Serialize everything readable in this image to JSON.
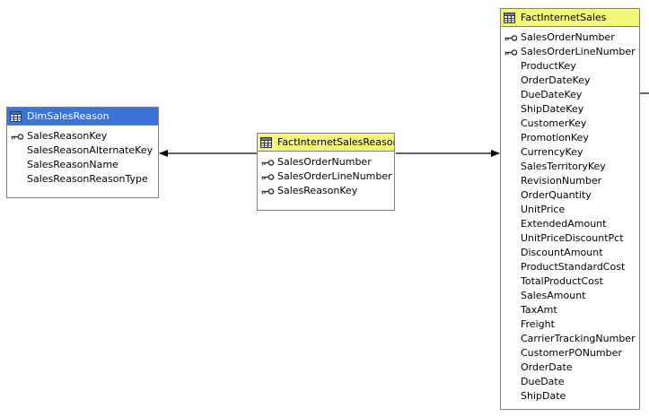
{
  "tables": {
    "dim_sales_reason": {
      "title": "DimSalesReason",
      "columns": [
        {
          "name": "SalesReasonKey",
          "key": true
        },
        {
          "name": "SalesReasonAlternateKey",
          "key": false
        },
        {
          "name": "SalesReasonName",
          "key": false
        },
        {
          "name": "SalesReasonReasonType",
          "key": false
        }
      ]
    },
    "fact_internet_sales_reason": {
      "title": "FactInternetSalesReason",
      "columns": [
        {
          "name": "SalesOrderNumber",
          "key": true
        },
        {
          "name": "SalesOrderLineNumber",
          "key": true
        },
        {
          "name": "SalesReasonKey",
          "key": true
        }
      ]
    },
    "fact_internet_sales": {
      "title": "FactInternetSales",
      "columns": [
        {
          "name": "SalesOrderNumber",
          "key": true
        },
        {
          "name": "SalesOrderLineNumber",
          "key": true
        },
        {
          "name": "ProductKey",
          "key": false
        },
        {
          "name": "OrderDateKey",
          "key": false
        },
        {
          "name": "DueDateKey",
          "key": false
        },
        {
          "name": "ShipDateKey",
          "key": false
        },
        {
          "name": "CustomerKey",
          "key": false
        },
        {
          "name": "PromotionKey",
          "key": false
        },
        {
          "name": "CurrencyKey",
          "key": false
        },
        {
          "name": "SalesTerritoryKey",
          "key": false
        },
        {
          "name": "RevisionNumber",
          "key": false
        },
        {
          "name": "OrderQuantity",
          "key": false
        },
        {
          "name": "UnitPrice",
          "key": false
        },
        {
          "name": "ExtendedAmount",
          "key": false
        },
        {
          "name": "UnitPriceDiscountPct",
          "key": false
        },
        {
          "name": "DiscountAmount",
          "key": false
        },
        {
          "name": "ProductStandardCost",
          "key": false
        },
        {
          "name": "TotalProductCost",
          "key": false
        },
        {
          "name": "SalesAmount",
          "key": false
        },
        {
          "name": "TaxAmt",
          "key": false
        },
        {
          "name": "Freight",
          "key": false
        },
        {
          "name": "CarrierTrackingNumber",
          "key": false
        },
        {
          "name": "CustomerPONumber",
          "key": false
        },
        {
          "name": "OrderDate",
          "key": false
        },
        {
          "name": "DueDate",
          "key": false
        },
        {
          "name": "ShipDate",
          "key": false
        }
      ]
    }
  },
  "relationships": [
    {
      "from": "fact_internet_sales_reason",
      "to": "dim_sales_reason",
      "arrow": "to"
    },
    {
      "from": "fact_internet_sales_reason",
      "to": "fact_internet_sales",
      "arrow": "to"
    }
  ],
  "icons": {
    "table": "table-grid-icon",
    "key": "primary-key-icon"
  },
  "colors": {
    "selected_header": "#3c73d6",
    "table_header": "#f5f77a",
    "border": "#808080"
  }
}
